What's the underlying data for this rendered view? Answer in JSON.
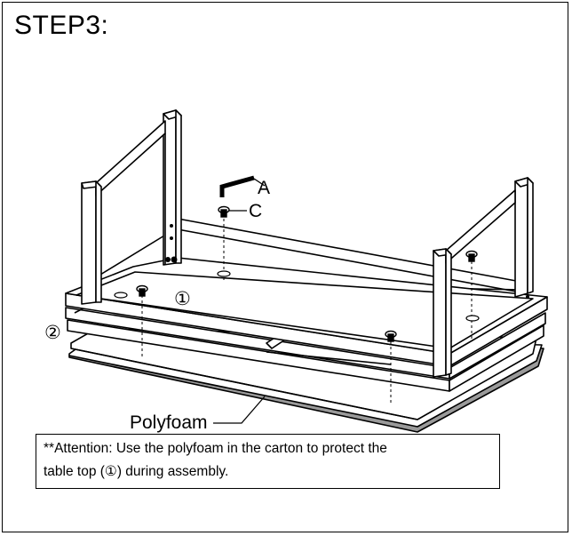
{
  "step": {
    "title": "STEP3:"
  },
  "labels": {
    "tool_a": "A",
    "screw_c": "C",
    "table_top": "①",
    "frame_part": "②",
    "polyfoam": "Polyfoam"
  },
  "note": {
    "line1": "**Attention: Use the polyfoam in the carton to protect the",
    "line2": "table top (①) during assembly."
  },
  "colors": {
    "line": "#000000",
    "foam": "#8c8c8c",
    "background": "#ffffff"
  }
}
